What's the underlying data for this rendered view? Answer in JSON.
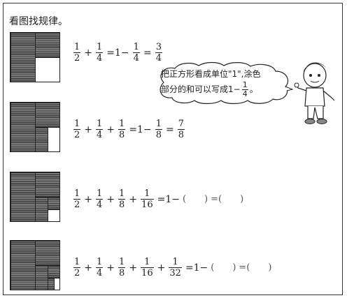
{
  "title": "看图找规律。",
  "bubble": {
    "line1": "把正方形看成单位\"1\",涂色",
    "line2_prefix": "部分的和可以写成1−",
    "frac": {
      "num": "1",
      "den": "4"
    },
    "line2_suffix": "。"
  },
  "rows": [
    {
      "terms": [
        {
          "num": "1",
          "den": "2"
        },
        {
          "num": "1",
          "den": "4"
        }
      ],
      "rhs_prefix": "=1−",
      "rhs_frac": {
        "num": "1",
        "den": "4"
      },
      "result_frac": {
        "num": "3",
        "den": "4"
      }
    },
    {
      "terms": [
        {
          "num": "1",
          "den": "2"
        },
        {
          "num": "1",
          "den": "4"
        },
        {
          "num": "1",
          "den": "8"
        }
      ],
      "rhs_prefix": "=1−",
      "rhs_frac": {
        "num": "1",
        "den": "8"
      },
      "result_frac": {
        "num": "7",
        "den": "8"
      }
    },
    {
      "terms": [
        {
          "num": "1",
          "den": "2"
        },
        {
          "num": "1",
          "den": "4"
        },
        {
          "num": "1",
          "den": "8"
        },
        {
          "num": "1",
          "den": "16"
        }
      ],
      "rhs_prefix": "=1−",
      "blank_a": "(",
      "blank_a_close": ")",
      "blank_b": "=(",
      "blank_b_close": ")"
    },
    {
      "terms": [
        {
          "num": "1",
          "den": "2"
        },
        {
          "num": "1",
          "den": "4"
        },
        {
          "num": "1",
          "den": "8"
        },
        {
          "num": "1",
          "den": "16"
        },
        {
          "num": "1",
          "den": "32"
        }
      ],
      "rhs_prefix": "=1−",
      "blank_a": "(",
      "blank_a_close": ")",
      "blank_b": "=(",
      "blank_b_close": ")"
    }
  ],
  "operators": {
    "plus": "+",
    "equals": "="
  }
}
